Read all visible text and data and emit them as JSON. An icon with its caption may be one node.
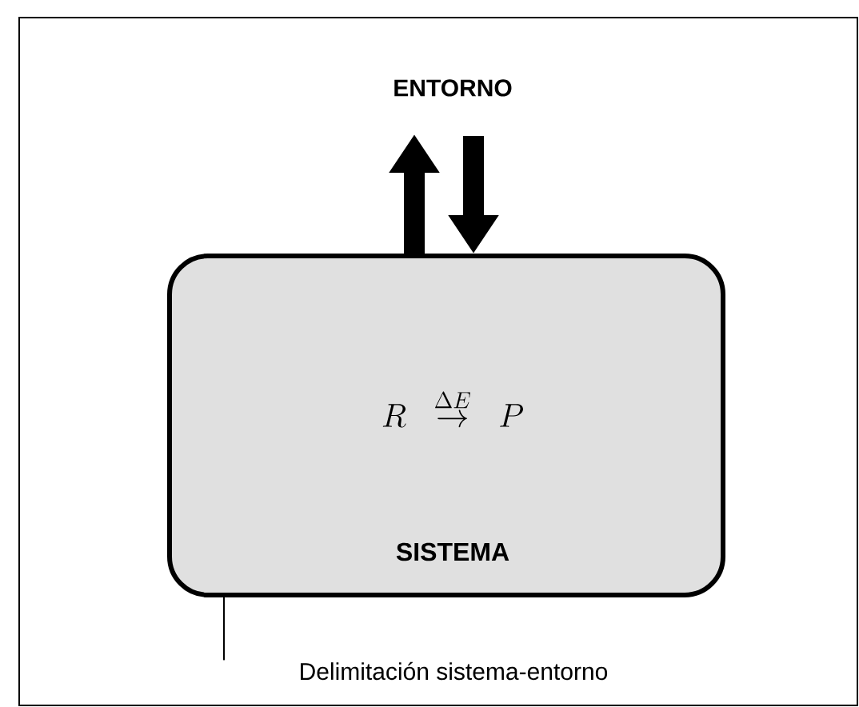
{
  "diagram": {
    "nodes": [
      {
        "text": [
          "ENTORNO"
        ]
      },
      {
        "text": [
          "R \\;\\; \\overset{\\Delta E}{\\rightarrow} \\;\\; P",
          "SISTEMA"
        ],
        "in": 0
      },
      {
        "text": [
          "Delimitación sistema-entorno"
        ],
        "in": 0
      }
    ],
    "edges": [
      {
        "from": 1,
        "to": null,
        "arrow": "to"
      },
      {
        "from": null,
        "to": 1,
        "arrow": "to"
      },
      {
        "from": 2,
        "to": 1,
        "arrow": "none"
      }
    ]
  }
}
